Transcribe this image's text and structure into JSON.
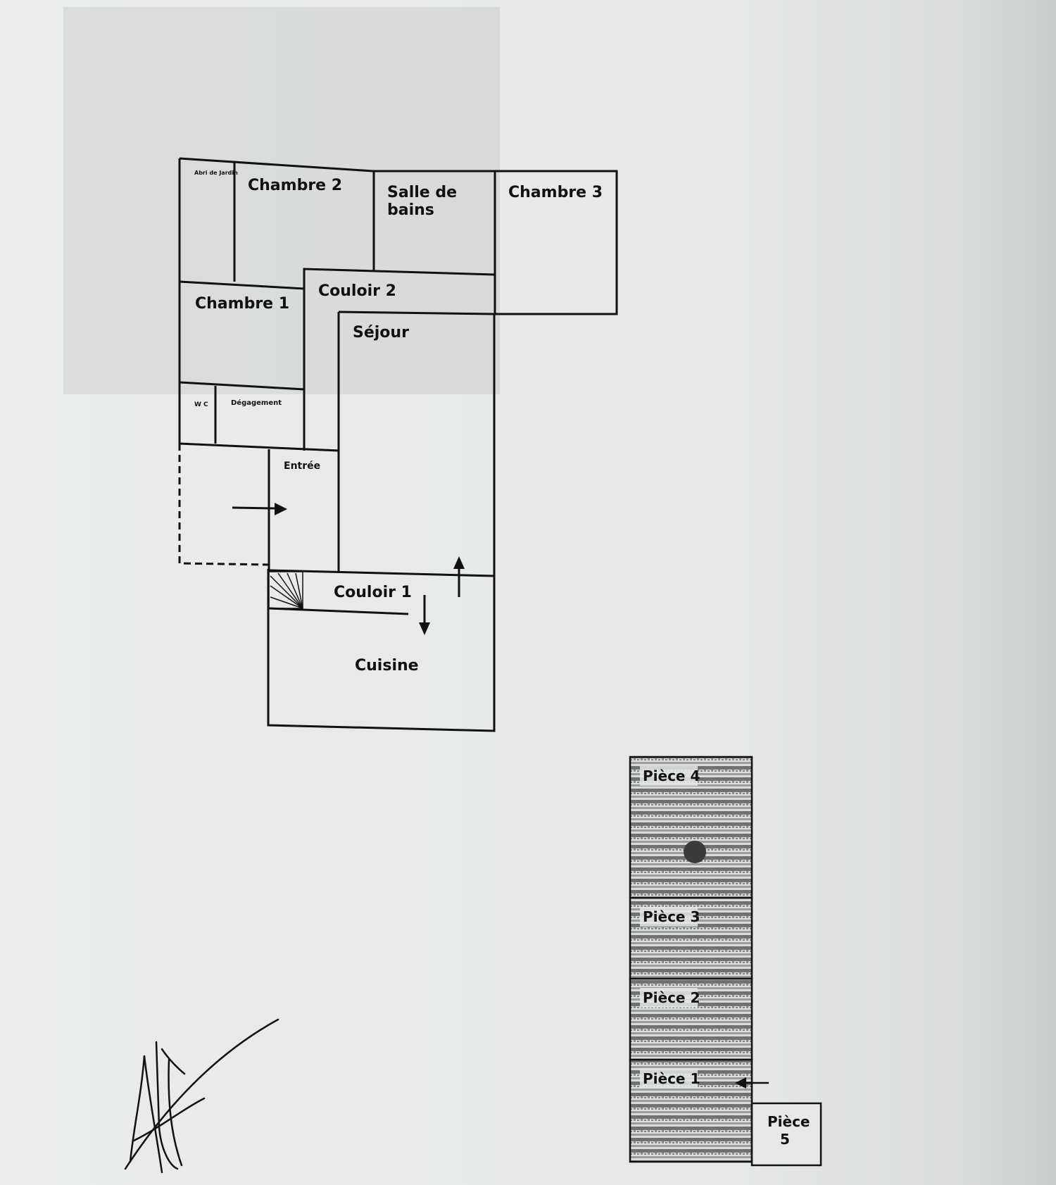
{
  "floor_plan": {
    "rooms": {
      "abri_jardin": "Abri de Jardin",
      "chambre2": "Chambre 2",
      "salle_de_bains_1": "Salle de",
      "salle_de_bains_2": "bains",
      "chambre3": "Chambre 3",
      "chambre1": "Chambre 1",
      "couloir2": "Couloir 2",
      "sejour": "Séjour",
      "wc": "W C",
      "degagement": "Dégagement",
      "entree": "Entrée",
      "couloir1": "Couloir 1",
      "cuisine": "Cuisine"
    }
  },
  "basement_plan": {
    "rooms": {
      "piece4": "Pièce 4",
      "piece3": "Pièce 3",
      "piece2": "Pièce 2",
      "piece1": "Pièce 1",
      "piece5_line1": "Pièce",
      "piece5_line2": "5"
    }
  },
  "signature": {
    "icon": "handwritten-signature"
  }
}
